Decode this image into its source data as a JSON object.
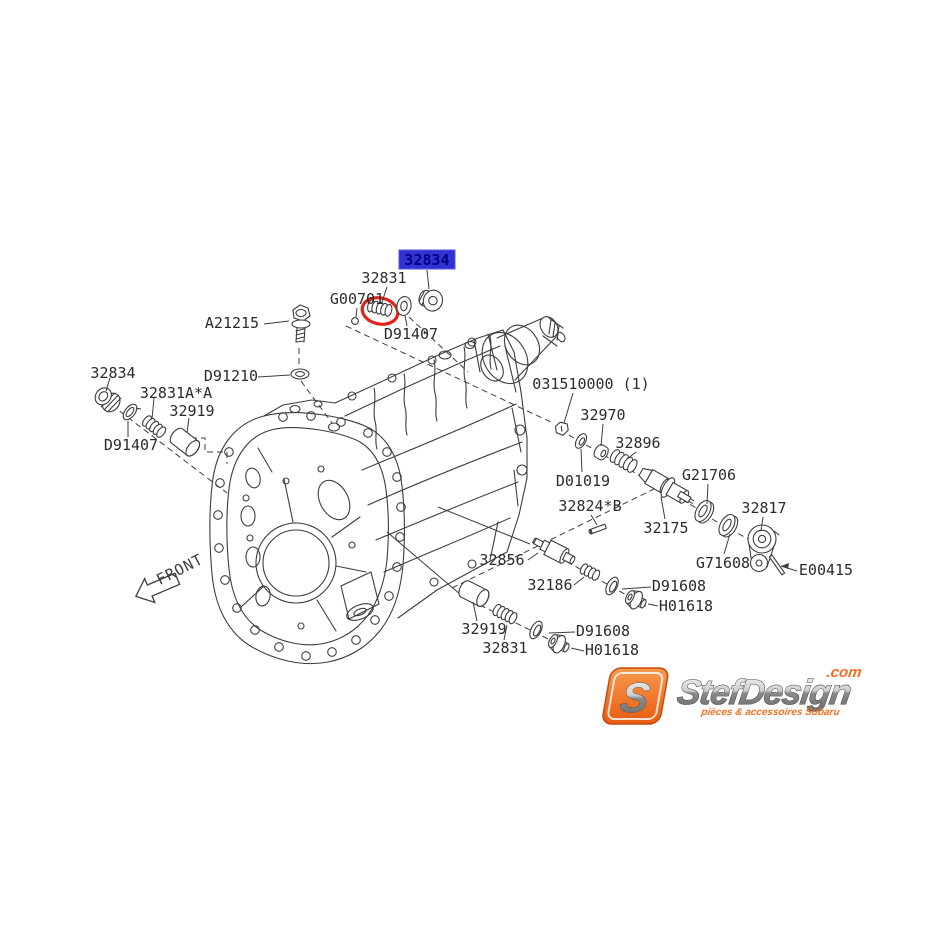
{
  "page": {
    "background": "#ffffff"
  },
  "diagram": {
    "type": "exploded-parts-diagram",
    "front_indicator": "FRONT",
    "line_color": "#3d3d3d",
    "label_color": "#2c2c2c",
    "highlight": {
      "part": "32834",
      "bg": "#3232d4",
      "text_color": "#000080"
    },
    "red_circle_color": "#e3211a",
    "labels": {
      "p32834_top": "32834",
      "p32831_top": "32831",
      "g00701": "G00701",
      "d91407_top": "D91407",
      "a21215": "A21215",
      "d91210": "D91210",
      "p32834_left": "32834",
      "p32831a_a": "32831A*A",
      "p32919_left": "32919",
      "d91407_left": "D91407",
      "p031510000": "031510000 (1)",
      "p32970": "32970",
      "p32896": "32896",
      "d01019": "D01019",
      "g21706": "G21706",
      "p32824_b": "32824*B",
      "p32175": "32175",
      "p32817": "32817",
      "g71608": "G71608",
      "e00415": "E00415",
      "p32856": "32856",
      "p32186": "32186",
      "d91608_upper": "D91608",
      "h01618_upper": "H01618",
      "p32919_lower": "32919",
      "p32831_lower": "32831",
      "d91608_lower": "D91608",
      "h01618_lower": "H01618"
    }
  },
  "watermark": {
    "monogram": "S",
    "brand": "StefDesign",
    "tld": ".com",
    "tagline": "pièces & accessoires Subaru",
    "orange": "#f26f21"
  }
}
